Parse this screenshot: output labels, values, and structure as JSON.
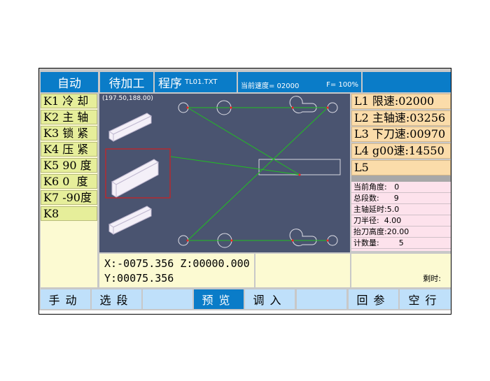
{
  "header": {
    "mode": "自动",
    "status": "待加工",
    "program_label": "程序",
    "program_file": "TL01.TXT",
    "speed_label": "当前速度= 02000",
    "feed_label": "F= 100%"
  },
  "k_keys": [
    "K1 冷 却",
    "K2 主 轴",
    "K3 锁 紧",
    "K4 压 紧",
    "K5 90 度",
    "K6 0  度",
    "K7 -90度",
    "K8"
  ],
  "canvas": {
    "coord": "(197.50,188.00)"
  },
  "l_keys": [
    "L1 限速:02000",
    "L2 主轴速:03256",
    "L3 下刀速:00970",
    "L4 g00速:14550",
    "L5"
  ],
  "info": [
    {
      "label": "当前角度:",
      "value": "0"
    },
    {
      "label": "总段数:",
      "value": "9"
    },
    {
      "label": "主轴延时:",
      "value": "5.0"
    },
    {
      "label": "刀半径:",
      "value": "4.00"
    },
    {
      "label": "抬刀高度:",
      "value": "20.00"
    },
    {
      "label": "计数量:",
      "value": "5"
    }
  ],
  "position": {
    "x": "X:-0075.356",
    "z": "Z:00000.000",
    "y": "Y:00075.356"
  },
  "remaining_label": "剩时:",
  "buttons": [
    "手动",
    "选段",
    "",
    "预览",
    "调入",
    "",
    "回参",
    "空行"
  ],
  "colors": {
    "accent": "#0a7cc8",
    "canvas": "#4a5470",
    "path": "#20c020"
  }
}
